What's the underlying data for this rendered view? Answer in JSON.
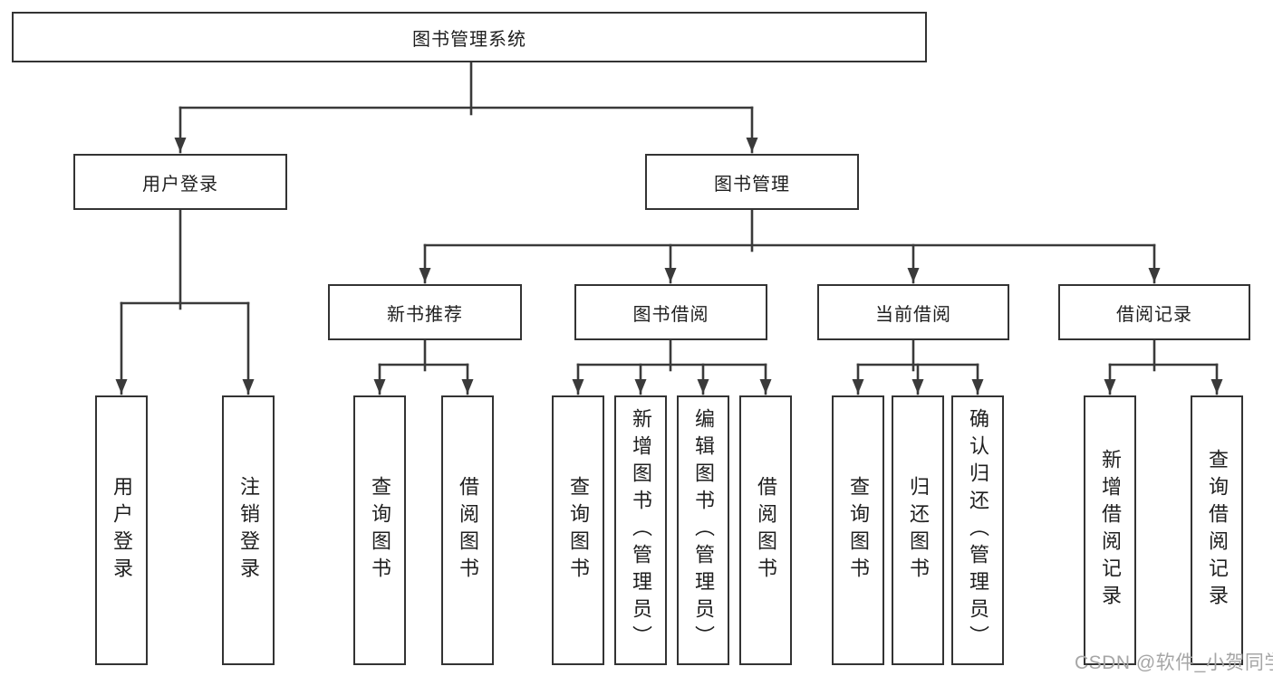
{
  "colors": {
    "line": "#3a3a3a",
    "box_border": "#333333",
    "text": "#1f1f1f",
    "background": "#ffffff",
    "watermark": "#a6a6a6"
  },
  "watermark": {
    "text": "CSDN @软件_小贺同学"
  },
  "tree": {
    "root": "图书管理系统",
    "level2": [
      {
        "label": "用户登录",
        "children": [
          "用户登录",
          "注销登录"
        ]
      },
      {
        "label": "图书管理"
      }
    ],
    "level3": [
      {
        "parent": "图书管理",
        "label": "新书推荐",
        "children": [
          "查询图书",
          "借阅图书"
        ]
      },
      {
        "parent": "图书管理",
        "label": "图书借阅",
        "children": [
          "查询图书",
          "新增图书（管理员）",
          "编辑图书（管理员）",
          "借阅图书"
        ]
      },
      {
        "parent": "图书管理",
        "label": "当前借阅",
        "children": [
          "查询图书",
          "归还图书",
          "确认归还（管理员）"
        ]
      },
      {
        "parent": "图书管理",
        "label": "借阅记录",
        "children": [
          "新增借阅记录",
          "查询借阅记录"
        ]
      }
    ]
  }
}
